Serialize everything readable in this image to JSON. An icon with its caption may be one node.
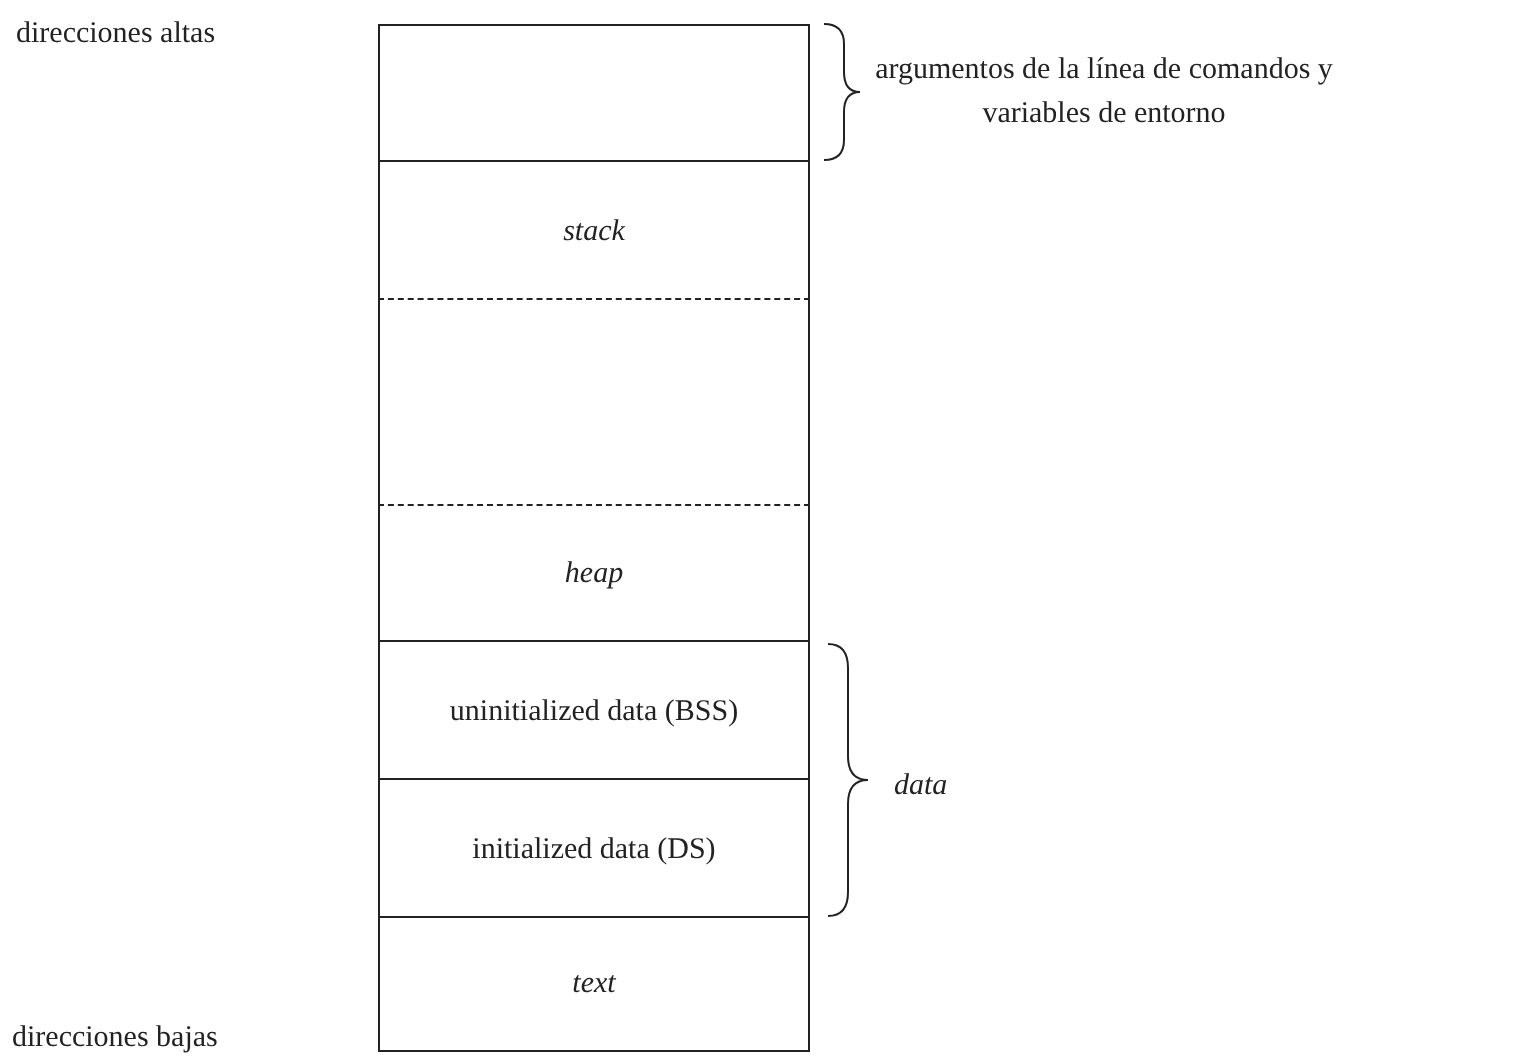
{
  "diagram": {
    "nodes": [
      {
        "text": [],
        "shape": "box"
      },
      {
        "text": [
          "stack"
        ]
      },
      {
        "text": [],
        "shape": "box"
      },
      {
        "text": [
          "heap"
        ]
      },
      {
        "text": [
          "uninitialized data (BSS)"
        ]
      },
      {
        "text": [
          "initialized data (DS)"
        ]
      },
      {
        "text": [
          "text"
        ]
      }
    ],
    "labels": [
      "direcciones altas",
      "argumentos de la línea de comandos y variables de entorno",
      "data",
      "direcciones bajas"
    ]
  }
}
